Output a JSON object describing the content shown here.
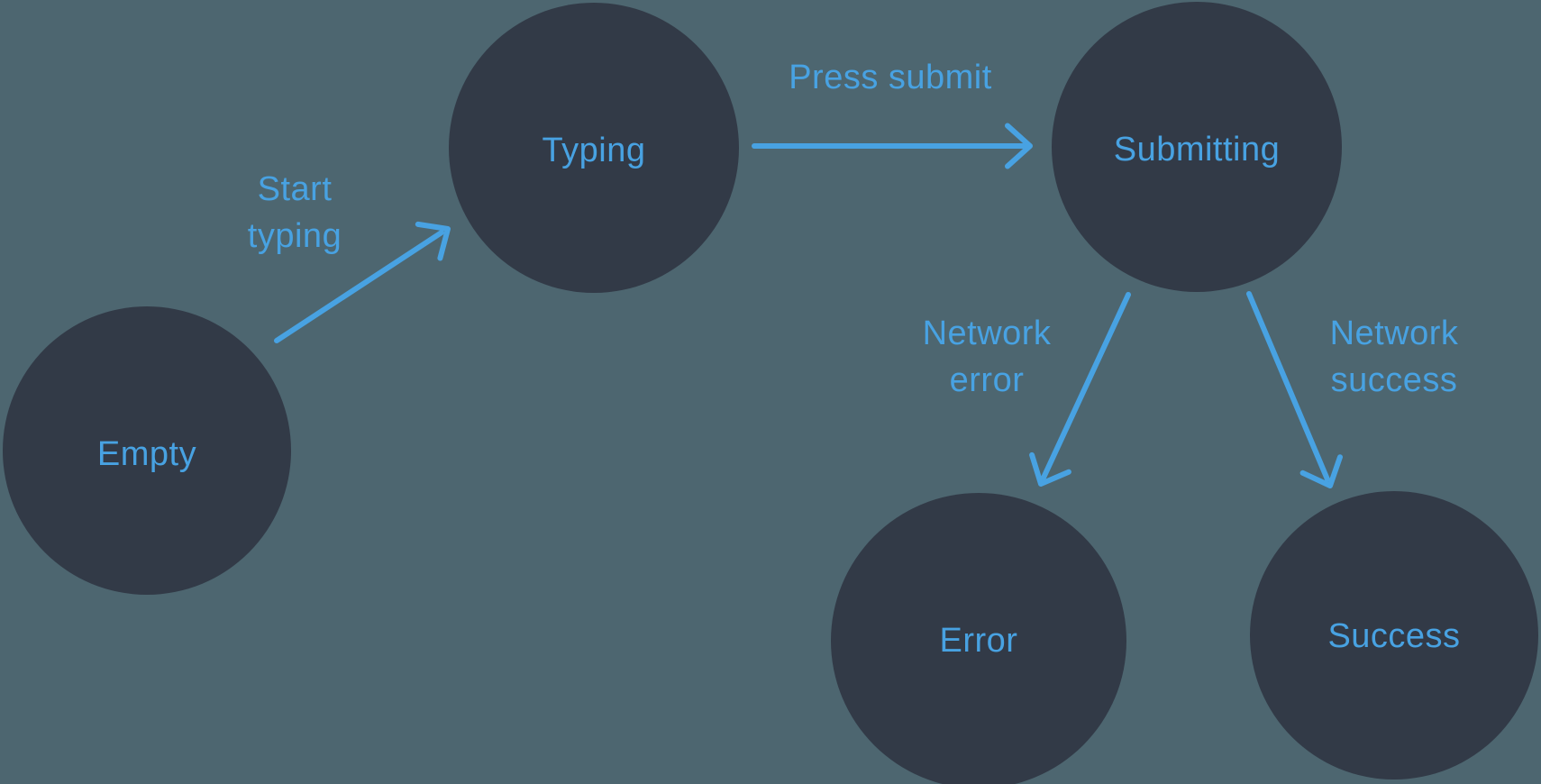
{
  "diagram_type": "state-machine",
  "colors": {
    "background": "#4d6670",
    "node_fill": "#323a47",
    "accent": "#48a2e2"
  },
  "nodes": [
    {
      "id": "empty",
      "label": "Empty"
    },
    {
      "id": "typing",
      "label": "Typing"
    },
    {
      "id": "submitting",
      "label": "Submitting"
    },
    {
      "id": "error",
      "label": "Error"
    },
    {
      "id": "success",
      "label": "Success"
    }
  ],
  "edges": [
    {
      "id": "start-typing",
      "from": "Empty",
      "to": "Typing",
      "label": "Start typing",
      "label_lines": [
        "Start",
        "typing"
      ]
    },
    {
      "id": "press-submit",
      "from": "Typing",
      "to": "Submitting",
      "label": "Press submit",
      "label_lines": [
        "Press submit"
      ]
    },
    {
      "id": "network-error",
      "from": "Submitting",
      "to": "Error",
      "label": "Network error",
      "label_lines": [
        "Network",
        "error"
      ]
    },
    {
      "id": "network-success",
      "from": "Submitting",
      "to": "Success",
      "label": "Network success",
      "label_lines": [
        "Network",
        "success"
      ]
    }
  ]
}
